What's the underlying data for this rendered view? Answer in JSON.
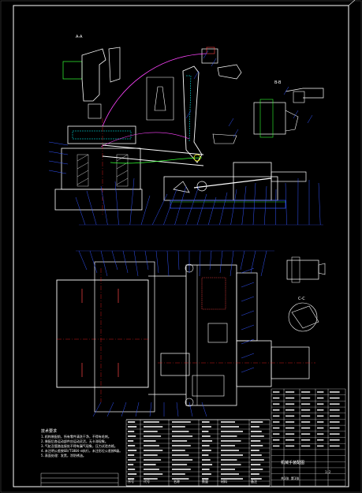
{
  "drawing": {
    "colors": {
      "background": "#000000",
      "border": "#ffffff",
      "outline": "#ffffff",
      "hidden": "#00ffff",
      "leader": "#3355ff",
      "center": "#ff2222",
      "path": "#ff44ff",
      "green": "#33ff33",
      "yellow": "#ffff00"
    },
    "detail_label_top": "A-A",
    "detail_label_right": "B-B",
    "detail_label_lower": "C-C",
    "tech_notes": {
      "heading": "技术要求",
      "lines": [
        "1.机构装配前，所有零件清洗干净，不得有毛刺。",
        "2.装配后各运动部件应运动灵活，无卡滞现象。",
        "3.气缸及管路连接处不得有漏气现象，压力试验合格。",
        "4.未注明公差按GB/T1804-m执行，未注形位公差按K级。",
        "5.表面处理：发黑，涂防锈油。"
      ]
    },
    "parts_table": {
      "headers": [
        "序号",
        "代号",
        "名称",
        "数量",
        "材料",
        "备注"
      ]
    },
    "title_block": {
      "title": "机械手装配图",
      "scale": "1:2",
      "sheet": "共1张 第1张"
    }
  }
}
